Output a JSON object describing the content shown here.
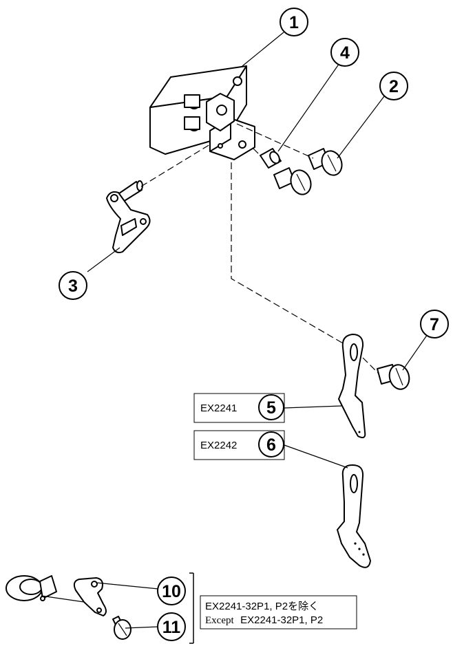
{
  "callouts": {
    "c1": "1",
    "c2": "2",
    "c3": "3",
    "c4": "4",
    "c5": "5",
    "c6": "6",
    "c7": "7",
    "c10": "10",
    "c11": "11"
  },
  "labels": {
    "model_5": "EX2241",
    "model_6": "EX2242",
    "note_jp": "EX2241-32P1, P2を除く",
    "note_en_prefix": "Except",
    "note_en_models": "EX2241-32P1, P2"
  }
}
